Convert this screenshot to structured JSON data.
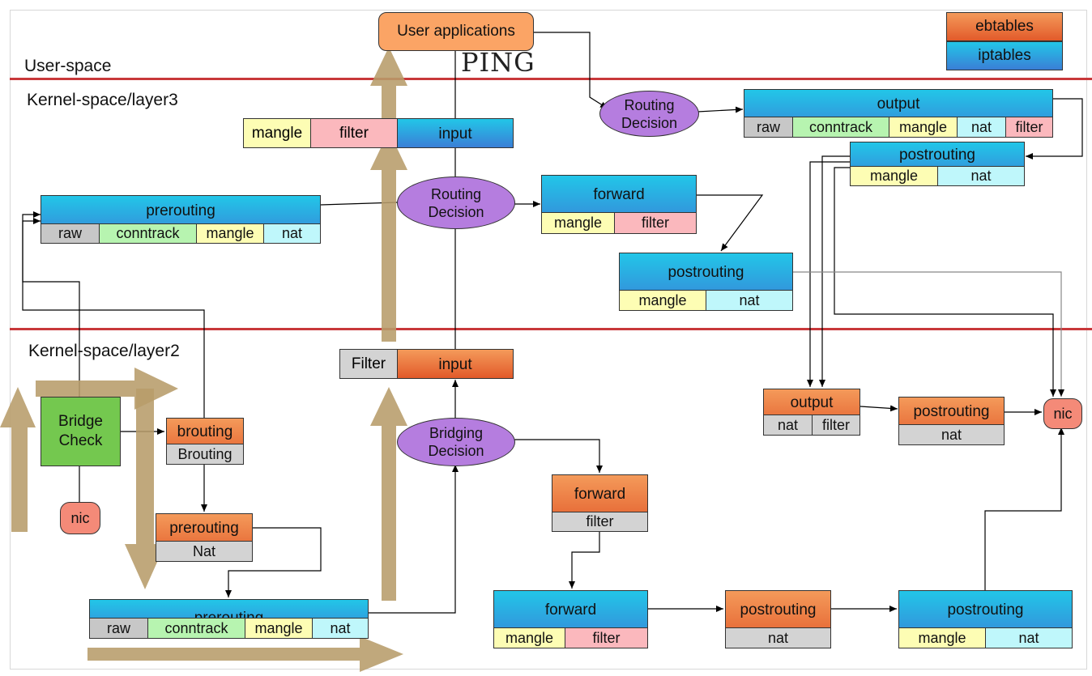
{
  "zones": {
    "user_space": "User-space",
    "layer3": "Kernel-space/layer3",
    "layer2": "Kernel-space/layer2"
  },
  "legend": {
    "ebtables": "ebtables",
    "iptables": "iptables"
  },
  "user_apps": "User applications",
  "ping": "PING",
  "colors": {
    "iptables": "#2aa6e4",
    "ebtables": "#ec7540",
    "decision": "#b57ddf",
    "bridge": "#74c84f",
    "nic": "#f48a78",
    "separator": "#c8383a",
    "big_arrow": "#b79c6a"
  },
  "layer3": {
    "input_chain": {
      "title": "input",
      "side": [
        "mangle",
        "filter"
      ]
    },
    "routing_decision_main": {
      "line1": "Routing",
      "line2": "Decision"
    },
    "routing_decision_out": {
      "line1": "Routing",
      "line2": "Decision"
    },
    "prerouting": {
      "title": "prerouting",
      "cells": [
        "raw",
        "conntrack",
        "mangle",
        "nat"
      ]
    },
    "forward": {
      "title": "forward",
      "cells": [
        "mangle",
        "filter"
      ]
    },
    "postrouting": {
      "title": "postrouting",
      "cells": [
        "mangle",
        "nat"
      ]
    },
    "output": {
      "title": "output",
      "cells": [
        "raw",
        "conntrack",
        "mangle",
        "nat",
        "filter"
      ]
    },
    "postrouting_out": {
      "title": "postrouting",
      "cells": [
        "mangle",
        "nat"
      ]
    }
  },
  "layer2": {
    "input": {
      "title": "input",
      "side": "Filter"
    },
    "bridge_check": {
      "line1": "Bridge",
      "line2": "Check"
    },
    "nic_left": "nic",
    "brouting": {
      "title": "brouting",
      "sub": "Brouting"
    },
    "prerouting_eb": {
      "title": "prerouting",
      "sub": "Nat"
    },
    "prerouting_ip": {
      "title": "prerouting",
      "cells": [
        "raw",
        "conntrack",
        "mangle",
        "nat"
      ]
    },
    "bridging_decision": {
      "line1": "Bridging",
      "line2": "Decision"
    },
    "forward_eb": {
      "title": "forward",
      "sub": "filter"
    },
    "forward_ip": {
      "title": "forward",
      "cells": [
        "mangle",
        "filter"
      ]
    },
    "postrouting_eb": {
      "title": "postrouting",
      "sub": "nat"
    },
    "postrouting_ip": {
      "title": "postrouting",
      "cells": [
        "mangle",
        "nat"
      ]
    },
    "output_eb": {
      "title": "output",
      "cells": [
        "nat",
        "filter"
      ]
    },
    "postrouting_eb_out": {
      "title": "postrouting",
      "sub": "nat"
    },
    "nic_right": "nic"
  }
}
